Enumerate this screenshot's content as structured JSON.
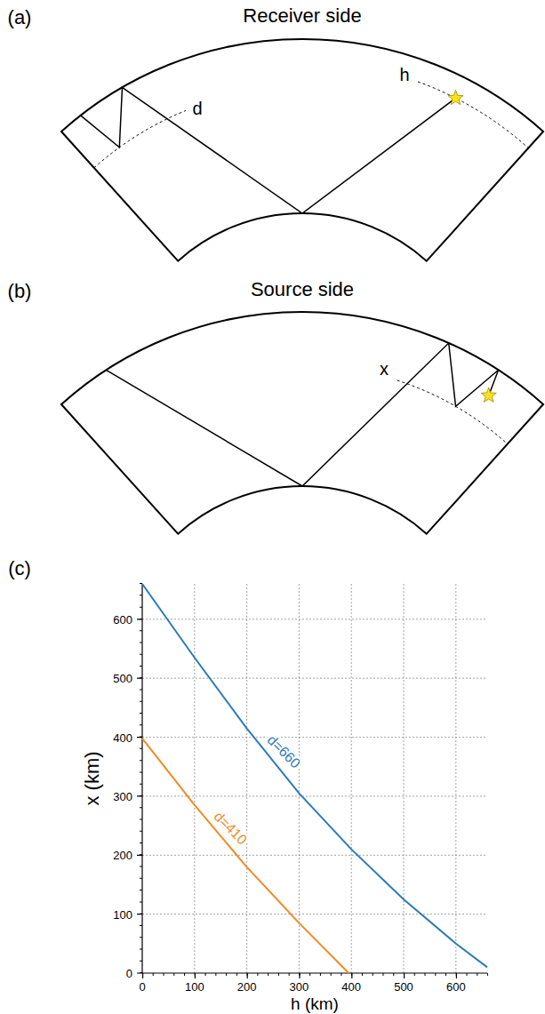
{
  "diagram": {
    "labels": [
      "(a)",
      "Receiver side",
      "d",
      "h",
      "(b)",
      "Source side",
      "x",
      "(c)",
      "x (km)",
      "0",
      "100",
      "200",
      "300",
      "400",
      "500",
      "600",
      "0",
      "100",
      "200",
      "300",
      "400",
      "500",
      "600",
      "h (km)",
      "d=660",
      "d=410"
    ]
  }
}
